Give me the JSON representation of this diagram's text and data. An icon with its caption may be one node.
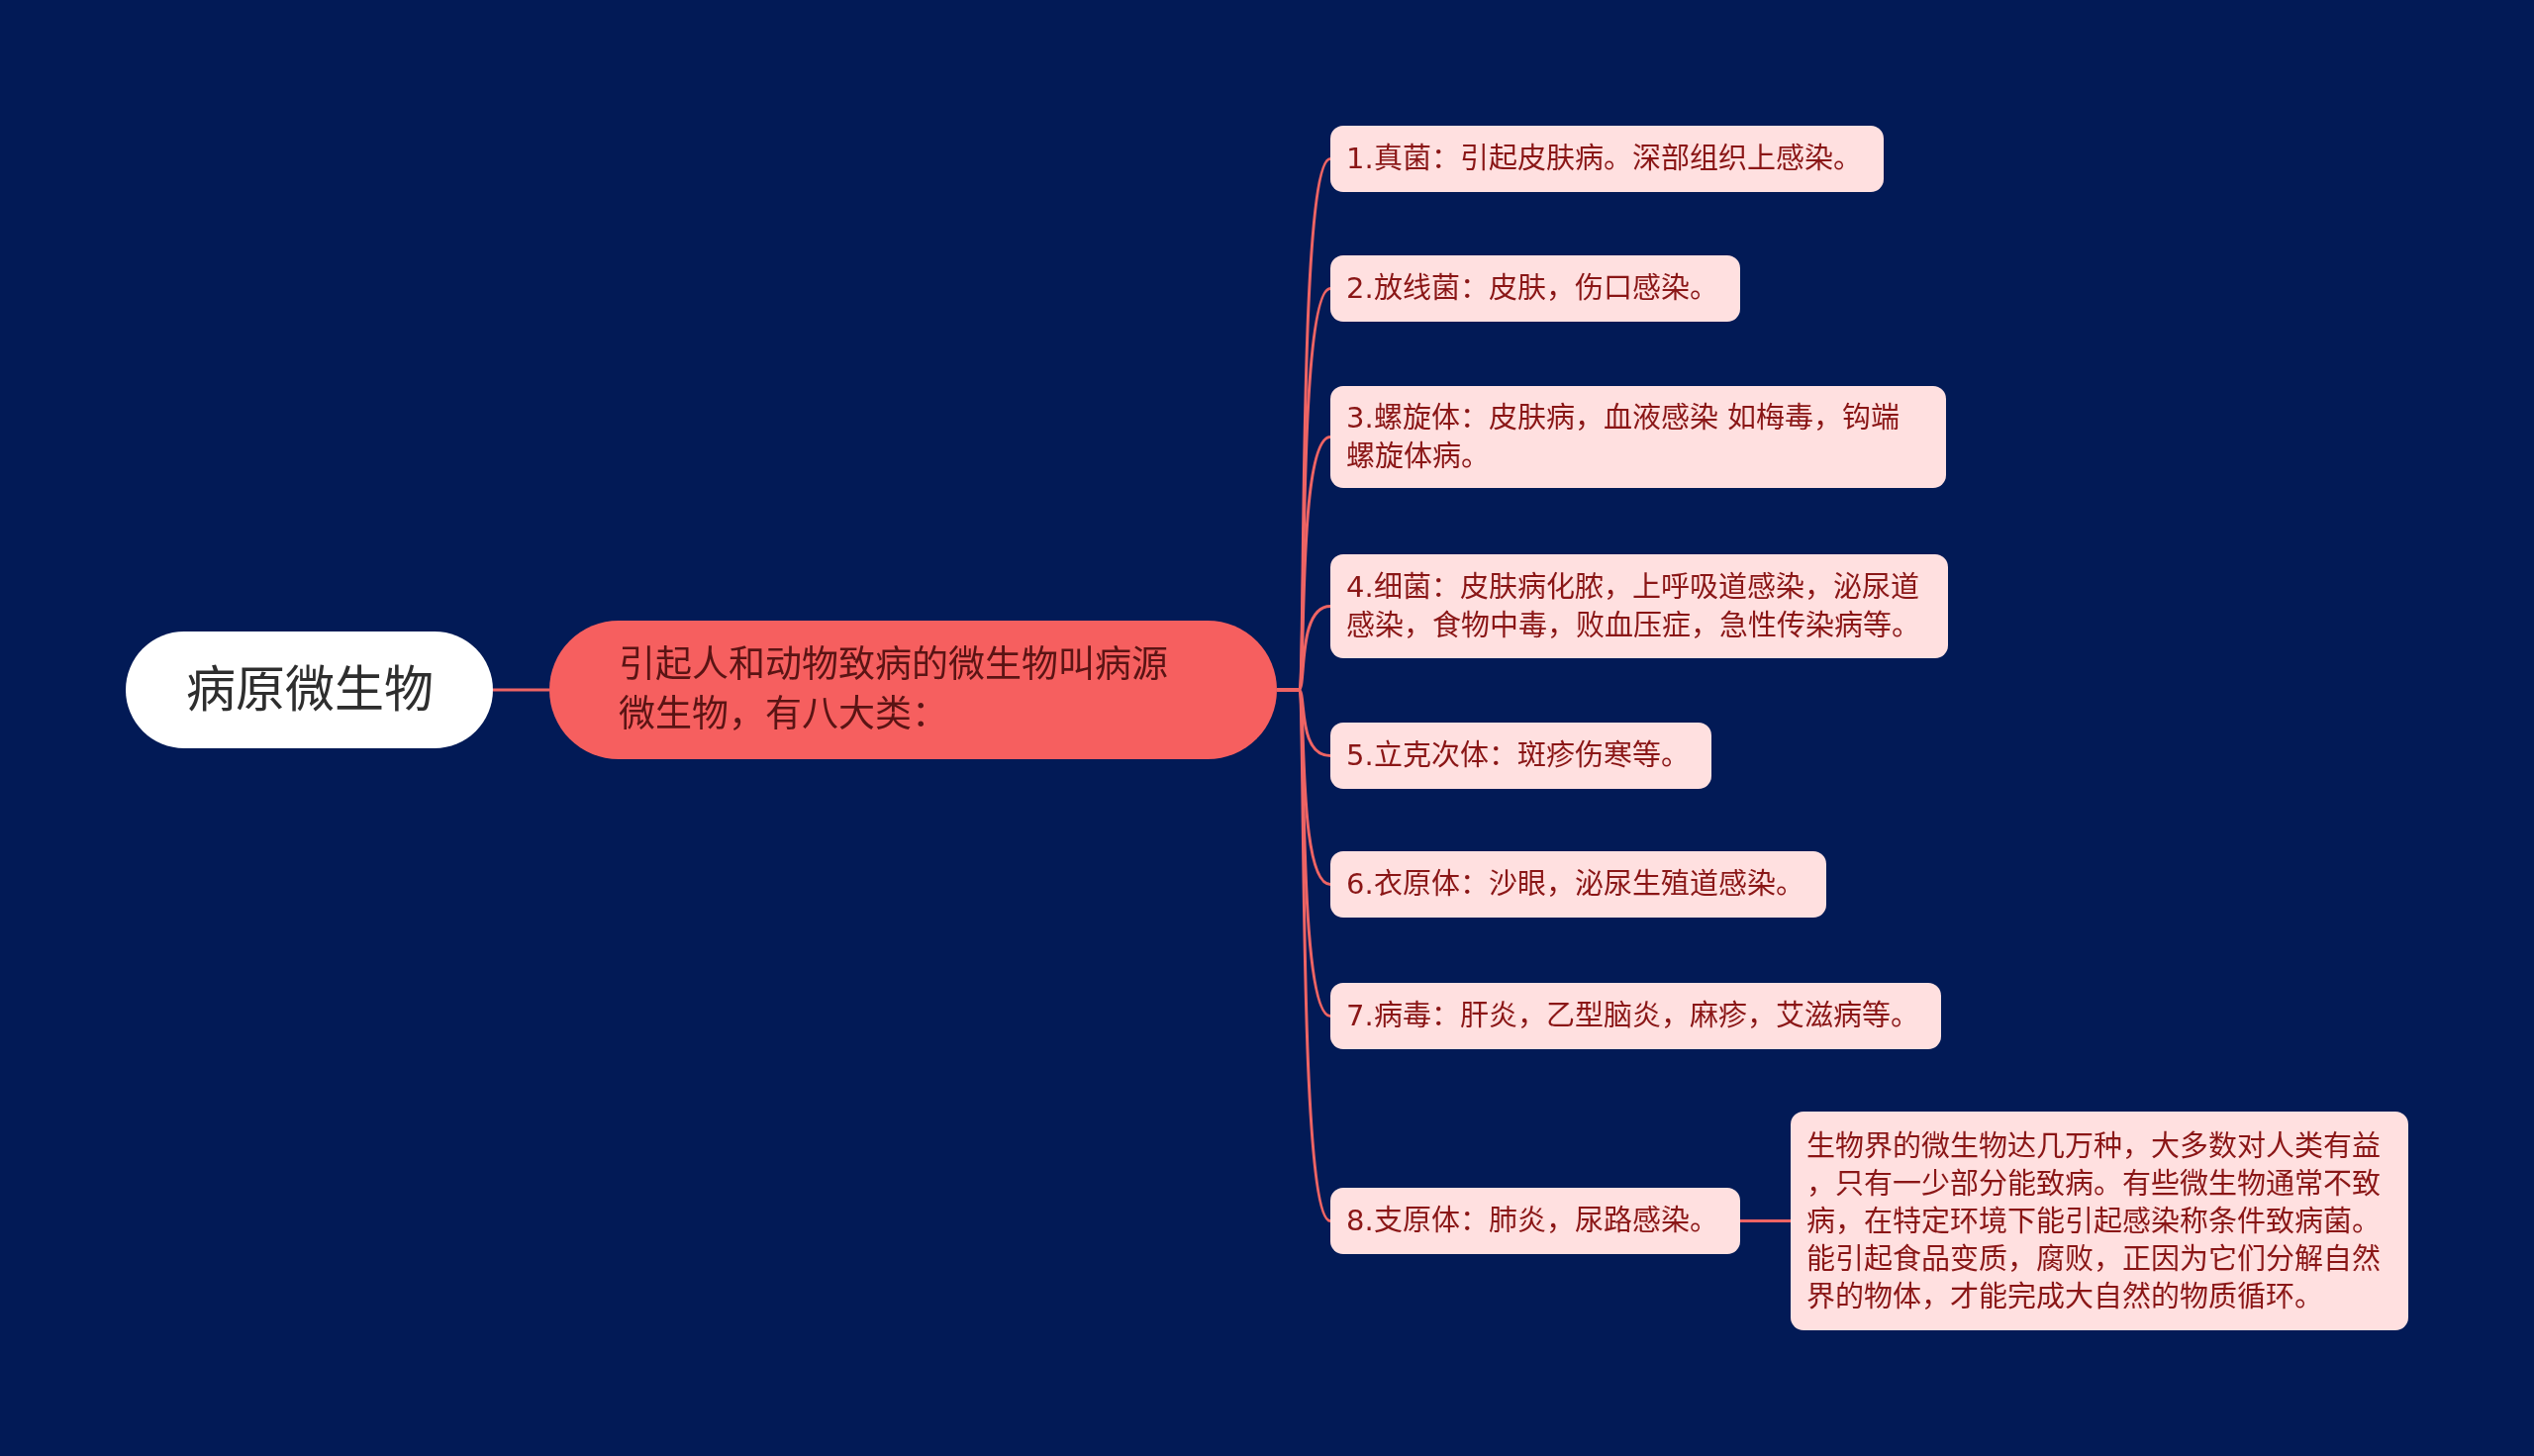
{
  "diagram": {
    "nodes": [
      {
        "text": [
          "病原微生物"
        ]
      },
      {
        "text": [
          "引起人和动物致病的微生物叫病源微生物，有八大类："
        ]
      },
      {
        "text": [
          "1.真菌：引起皮肤病。深部组织上感染。"
        ]
      },
      {
        "text": [
          "2.放线菌：皮肤，伤口感染。"
        ]
      },
      {
        "text": [
          "3.螺旋体：皮肤病，血液感染 如梅毒，钩端螺旋体病。"
        ]
      },
      {
        "text": [
          "4.细菌：皮肤病化脓，上呼吸道感染，泌尿道感染，食物中毒，败血压症，急性传染病等。"
        ]
      },
      {
        "text": [
          "5.立克次体：斑疹伤寒等。"
        ]
      },
      {
        "text": [
          "6.衣原体：沙眼，泌尿生殖道感染。"
        ]
      },
      {
        "text": [
          "7.病毒：肝炎，乙型脑炎，麻疹，艾滋病等。"
        ]
      },
      {
        "text": [
          "8.支原体：肺炎，尿路感染。"
        ]
      },
      {
        "text": [
          "生物界的微生物达几万种，大多数对人类有益，只有一少部分能致病。有些微生物通常不致病，在特定环境下能引起感染称条件致病菌。能引起食品变质，腐败，正因为它们分解自然界的物体，才能完成大自然的物质循环。"
        ]
      }
    ],
    "edges": [
      {
        "from": 0,
        "to": 1,
        "arrow": "none"
      },
      {
        "from": 1,
        "to": 2,
        "arrow": "none"
      },
      {
        "from": 1,
        "to": 3,
        "arrow": "none"
      },
      {
        "from": 1,
        "to": 4,
        "arrow": "none"
      },
      {
        "from": 1,
        "to": 5,
        "arrow": "none"
      },
      {
        "from": 1,
        "to": 6,
        "arrow": "none"
      },
      {
        "from": 1,
        "to": 7,
        "arrow": "none"
      },
      {
        "from": 1,
        "to": 8,
        "arrow": "none"
      },
      {
        "from": 1,
        "to": 9,
        "arrow": "none"
      },
      {
        "from": 9,
        "to": 10,
        "arrow": "none"
      }
    ]
  }
}
